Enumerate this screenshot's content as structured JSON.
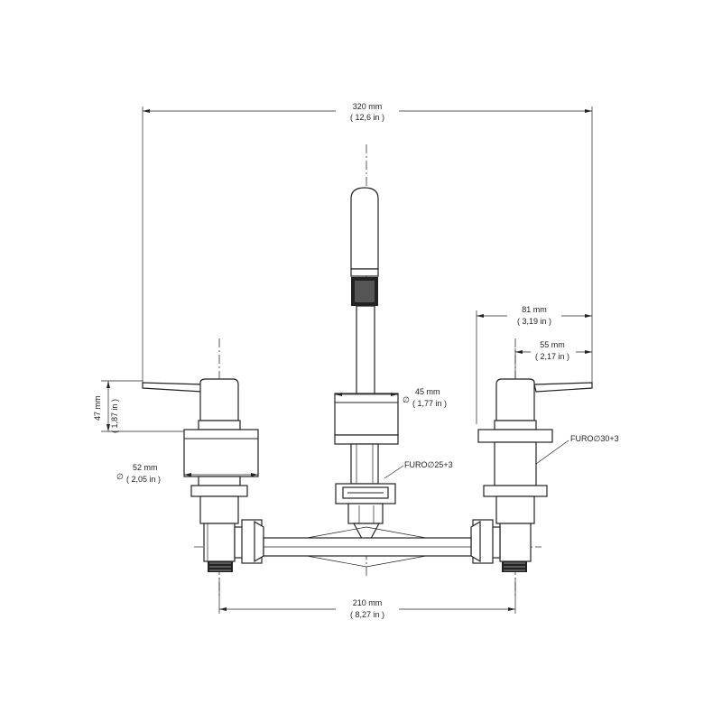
{
  "dimensions": {
    "overall_width": {
      "mm": "320 mm",
      "in": "( 12,6 in )"
    },
    "handle_reach": {
      "mm": "81 mm",
      "in": "( 3,19 in )"
    },
    "handle_offset": {
      "mm": "55 mm",
      "in": "( 2,17 in )"
    },
    "spout_base_diameter": {
      "symbol": "∅",
      "mm": "45 mm",
      "in": "( 1,77 in )"
    },
    "valve_height": {
      "mm": "47 mm",
      "in": "( 1,87 in )"
    },
    "valve_diameter": {
      "symbol": "∅",
      "mm": "52 mm",
      "in": "( 2,05 in )"
    },
    "center_spacing": {
      "mm": "210 mm",
      "in": "( 8,27 in )"
    }
  },
  "notes": {
    "spout_hole": "FURO∅25+3",
    "valve_hole": "FURO∅30+3"
  }
}
